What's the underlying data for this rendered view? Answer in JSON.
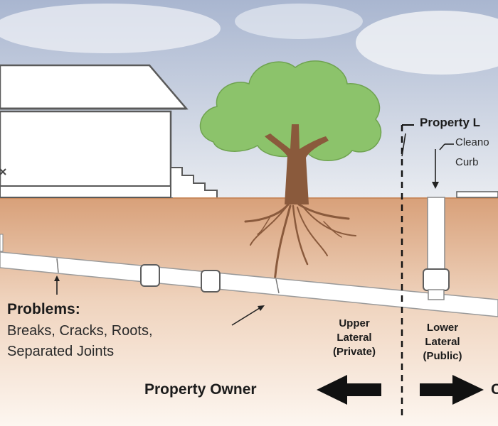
{
  "labels": {
    "problems_title": "Problems:",
    "problems_line1": "Breaks, Cracks, Roots,",
    "problems_line2": "Separated Joints",
    "upper_lateral_l1": "Upper",
    "upper_lateral_l2": "Lateral",
    "upper_lateral_l3": "(Private)",
    "lower_lateral_l1": "Lower",
    "lower_lateral_l2": "Lateral",
    "lower_lateral_l3": "(Public)",
    "property_owner": "Property Owner",
    "city_partial": "C",
    "property_line": "Property L",
    "cleanout": "Cleano",
    "curb": "Curb"
  },
  "colors": {
    "sky_top": "#aab7d2",
    "sky_bottom": "#e6eaf0",
    "soil_top": "#d9a27a",
    "soil_bottom": "#fbf3ec",
    "grass_line": "#c98a5e",
    "foliage": "#8cc36b",
    "trunk": "#8a5a3c",
    "pipe": "#ffffff",
    "pipe_outline": "#9a9a9a",
    "arrow": "#111111"
  }
}
